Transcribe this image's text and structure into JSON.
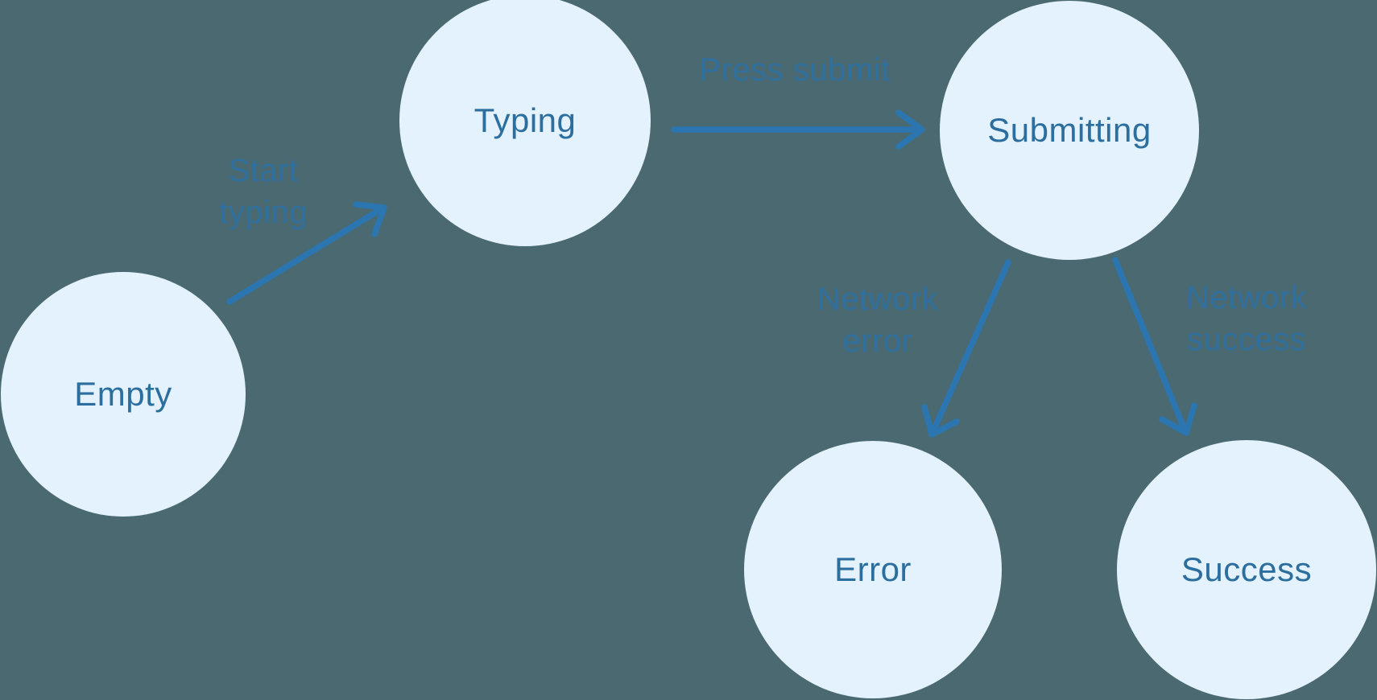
{
  "diagram": {
    "type": "state-machine",
    "background_color": "#4B6970",
    "node_fill_color": "#E3F2FD",
    "node_text_color": "#2C6E9E",
    "edge_color": "#2B76B0",
    "edge_label_color": "#30709F",
    "nodes": [
      {
        "id": "empty",
        "label": "Empty"
      },
      {
        "id": "typing",
        "label": "Typing"
      },
      {
        "id": "submitting",
        "label": "Submitting"
      },
      {
        "id": "error",
        "label": "Error"
      },
      {
        "id": "success",
        "label": "Success"
      }
    ],
    "edges": [
      {
        "from": "empty",
        "to": "typing",
        "label": "Start typing",
        "label_lines": [
          "Start",
          "typing"
        ]
      },
      {
        "from": "typing",
        "to": "submitting",
        "label": "Press submit",
        "label_lines": [
          "Press submit"
        ]
      },
      {
        "from": "submitting",
        "to": "error",
        "label": "Network error",
        "label_lines": [
          "Network",
          "error"
        ]
      },
      {
        "from": "submitting",
        "to": "success",
        "label": "Network success",
        "label_lines": [
          "Network",
          "success"
        ]
      }
    ]
  }
}
